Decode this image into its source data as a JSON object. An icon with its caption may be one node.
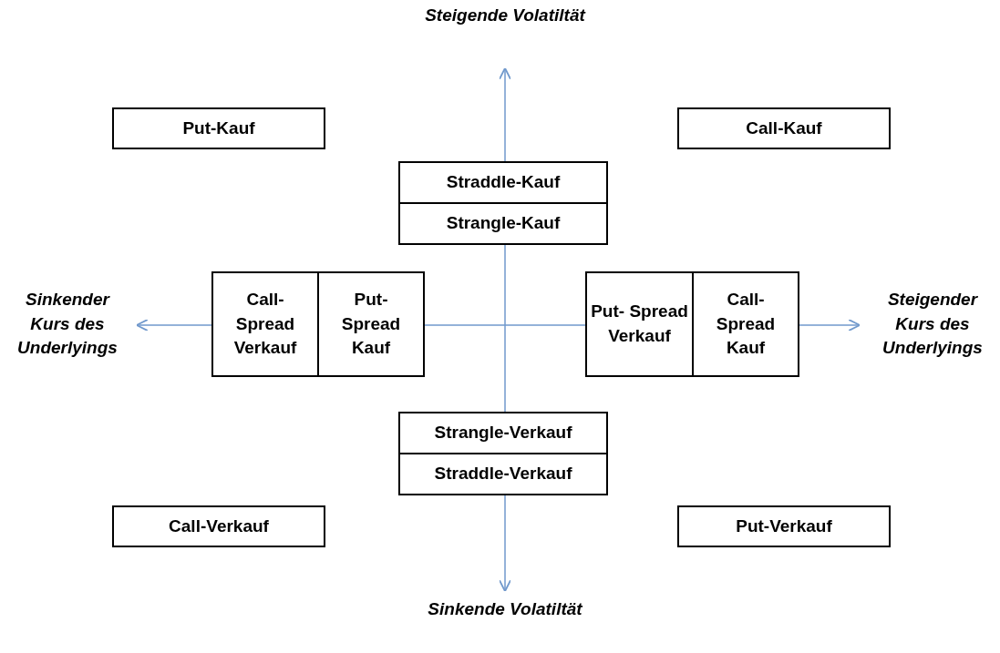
{
  "diagram": {
    "nodes": [
      {
        "text": [
          "Put-Kauf"
        ]
      },
      {
        "text": [
          "Call-Kauf"
        ]
      },
      {
        "text": [
          "Straddle-Kauf"
        ]
      },
      {
        "text": [
          "Strangle-Kauf"
        ]
      },
      {
        "text": [
          "Call- Spread Verkauf"
        ]
      },
      {
        "text": [
          "Put- Spread Kauf"
        ]
      },
      {
        "text": [
          "Put- Spread Verkauf"
        ]
      },
      {
        "text": [
          "Call- Spread Kauf"
        ]
      },
      {
        "text": [
          "Strangle-Verkauf"
        ]
      },
      {
        "text": [
          "Straddle-Verkauf"
        ]
      },
      {
        "text": [
          "Call-Verkauf"
        ]
      },
      {
        "text": [
          "Put-Verkauf"
        ]
      }
    ],
    "labels": [
      "Steigende Volatiltät",
      "Sinkender Kurs des Underlyings",
      "Steigender Kurs des Underlyings",
      "Sinkende Volatiltät"
    ]
  }
}
